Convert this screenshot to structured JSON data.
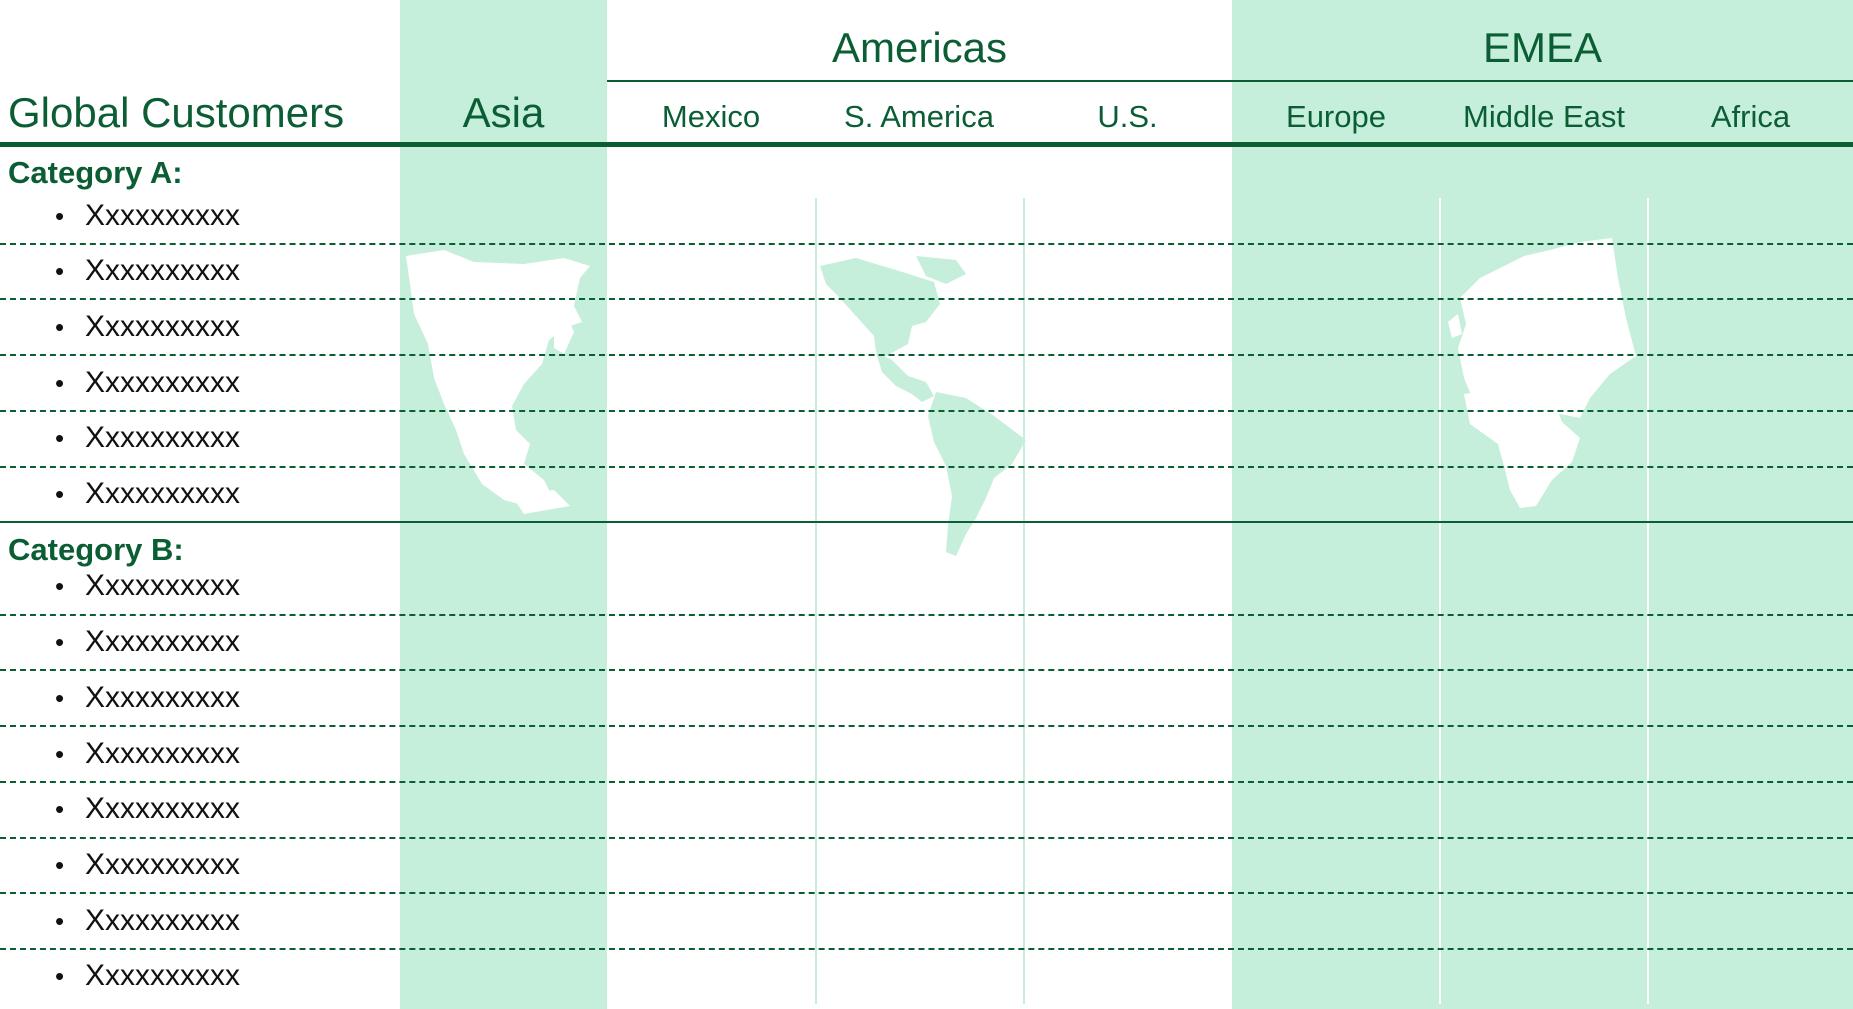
{
  "header": {
    "title": "Global Customers",
    "regions": {
      "asia": "Asia",
      "americas": "Americas",
      "emea": "EMEA"
    },
    "countries": {
      "mexico": "Mexico",
      "s_america": "S. America",
      "us": "U.S.",
      "europe": "Europe",
      "middle_east": "Middle East",
      "africa": "Africa"
    }
  },
  "categories": [
    {
      "label": "Category A:",
      "items": [
        "Xxxxxxxxxx",
        "Xxxxxxxxxx",
        "Xxxxxxxxxx",
        "Xxxxxxxxxx",
        "Xxxxxxxxxx",
        "Xxxxxxxxxx"
      ]
    },
    {
      "label": "Category B:",
      "items": [
        "Xxxxxxxxxx",
        "Xxxxxxxxxx",
        "Xxxxxxxxxx",
        "Xxxxxxxxxx",
        "Xxxxxxxxxx",
        "Xxxxxxxxxx",
        "Xxxxxxxxxx",
        "Xxxxxxxxxx"
      ]
    }
  ],
  "bullet_glyph": "•",
  "colors": {
    "accent": "#0b5e34",
    "column_fill": "#c5eedb",
    "text": "#111111"
  }
}
